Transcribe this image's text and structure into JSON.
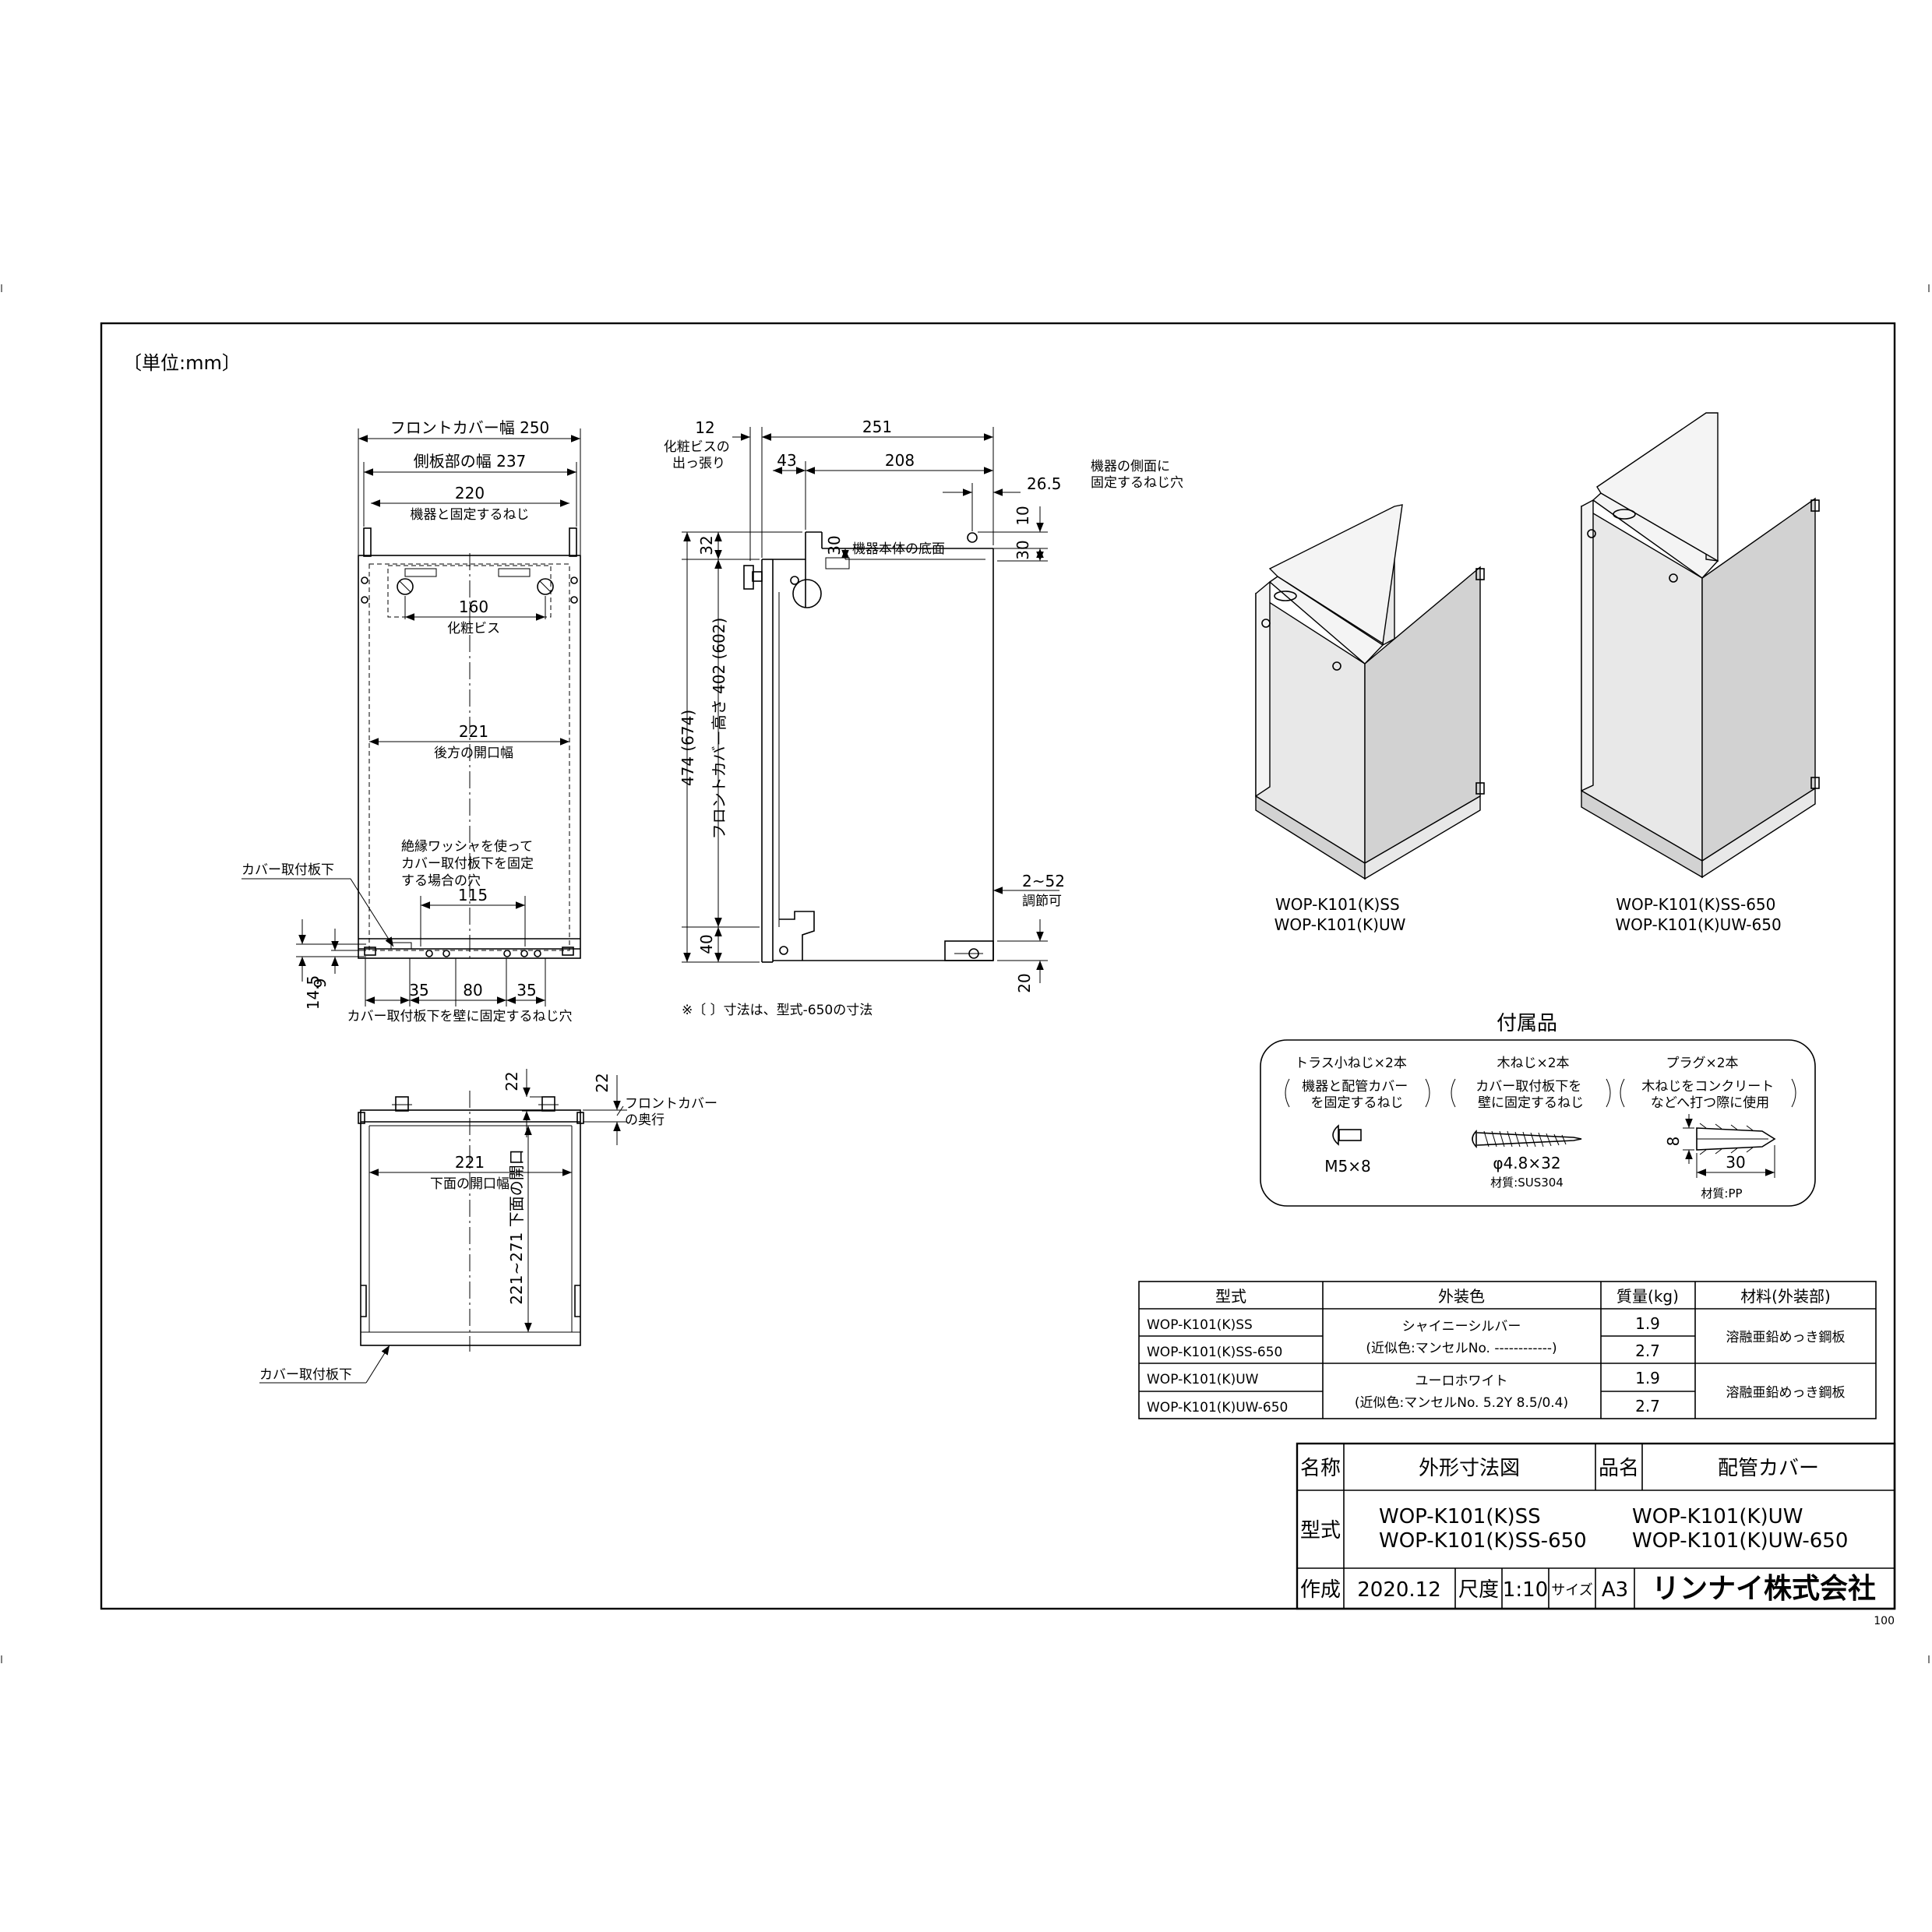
{
  "unit_note": "〔単位:mm〕",
  "front_view": {
    "front_cover_width": "フロントカバー幅 250",
    "side_plate_width": "側板部の幅 237",
    "dim_220": "220",
    "fixing_screws": "機器と固定するねじ",
    "dim_160": "160",
    "cosmetic_screw": "化粧ビス",
    "dim_221": "221",
    "rear_opening_width": "後方の開口幅",
    "insulating_washer_note": [
      "絶縁ワッシャを使って",
      "カバー取付板下を固定",
      "する場合の穴"
    ],
    "dim_115": "115",
    "cover_plate_label": "カバー取付板下",
    "dim_14_5": "14.5",
    "dim_9": "9",
    "dim_35a": "35",
    "dim_80": "80",
    "dim_35b": "35",
    "wall_screw_holes": "カバー取付板下を壁に固定するねじ穴"
  },
  "side_view": {
    "dim_12": "12",
    "cosmetic_protrusion": [
      "化粧ビスの",
      "出っ張り"
    ],
    "dim_251": "251",
    "dim_43": "43",
    "dim_208": "208",
    "dim_26_5": "26.5",
    "side_screw_hole": [
      "機器の側面に",
      "固定するねじ穴"
    ],
    "dim_10": "10",
    "dim_30a": "30",
    "dim_30b": "30",
    "unit_bottom": "機器本体の底面",
    "dim_32": "32",
    "dim_474": "474 (674)",
    "front_cover_height": "フロントカバー高さ 402 (602)",
    "dim_40": "40",
    "adjustable_range": "2~52",
    "adjustable": "調節可",
    "dim_20": "20",
    "bracket_note": "※〔 〕寸法は、型式-650の寸法"
  },
  "bottom_view": {
    "dim_22a": "22",
    "dim_22b": "22",
    "front_cover_depth": [
      "フロントカバー",
      "の奥行"
    ],
    "dim_221": "221",
    "bottom_opening_width": "下面の開口幅",
    "bottom_opening_depth": "221~271 下面の開口",
    "cover_plate_label": "カバー取付板下"
  },
  "iso_views": [
    {
      "models": [
        "WOP-K101(K)SS",
        "WOP-K101(K)UW"
      ]
    },
    {
      "models": [
        "WOP-K101(K)SS-650",
        "WOP-K101(K)UW-650"
      ]
    }
  ],
  "accessories": {
    "title": "付属品",
    "items": [
      {
        "name": "トラス小ねじ×2本",
        "purpose": [
          "機器と配管カバー",
          "を固定するねじ"
        ],
        "size": "M5×8",
        "material": ""
      },
      {
        "name": "木ねじ×2本",
        "purpose": [
          "カバー取付板下を",
          "壁に固定するねじ"
        ],
        "size": "φ4.8×32",
        "material": "材質:SUS304"
      },
      {
        "name": "プラグ×2本",
        "purpose": [
          "木ねじをコンクリート",
          "などへ打つ際に使用"
        ],
        "size_a": "8",
        "size_b": "30",
        "material": "材質:PP"
      }
    ]
  },
  "spec_table": {
    "headers": [
      "型式",
      "外装色",
      "質量(kg)",
      "材料(外装部)"
    ],
    "rows": [
      {
        "model": "WOP-K101(K)SS",
        "mass": "1.9"
      },
      {
        "model": "WOP-K101(K)SS-650",
        "mass": "2.7"
      },
      {
        "model": "WOP-K101(K)UW",
        "mass": "1.9"
      },
      {
        "model": "WOP-K101(K)UW-650",
        "mass": "2.7"
      }
    ],
    "color_groups": [
      {
        "name": "シャイニーシルバー",
        "ref": "(近似色:マンセルNo. ------------)",
        "material": "溶融亜鉛めっき鋼板"
      },
      {
        "name": "ユーロホワイト",
        "ref": "(近似色:マンセルNo. 5.2Y 8.5/0.4)",
        "material": "溶融亜鉛めっき鋼板"
      }
    ]
  },
  "title_block": {
    "name_label": "名称",
    "name_value": "外形寸法図",
    "product_label": "品名",
    "product_value": "配管カバー",
    "model_label": "型式",
    "models": [
      "WOP-K101(K)SS",
      "WOP-K101(K)UW",
      "WOP-K101(K)SS-650",
      "WOP-K101(K)UW-650"
    ],
    "created_label": "作成",
    "created_value": "2020.12",
    "scale_label": "尺度",
    "scale_value": "1:10",
    "size_label": "サイズ",
    "size_value": "A3",
    "company": "リンナイ株式会社",
    "sheet_no": "100"
  }
}
